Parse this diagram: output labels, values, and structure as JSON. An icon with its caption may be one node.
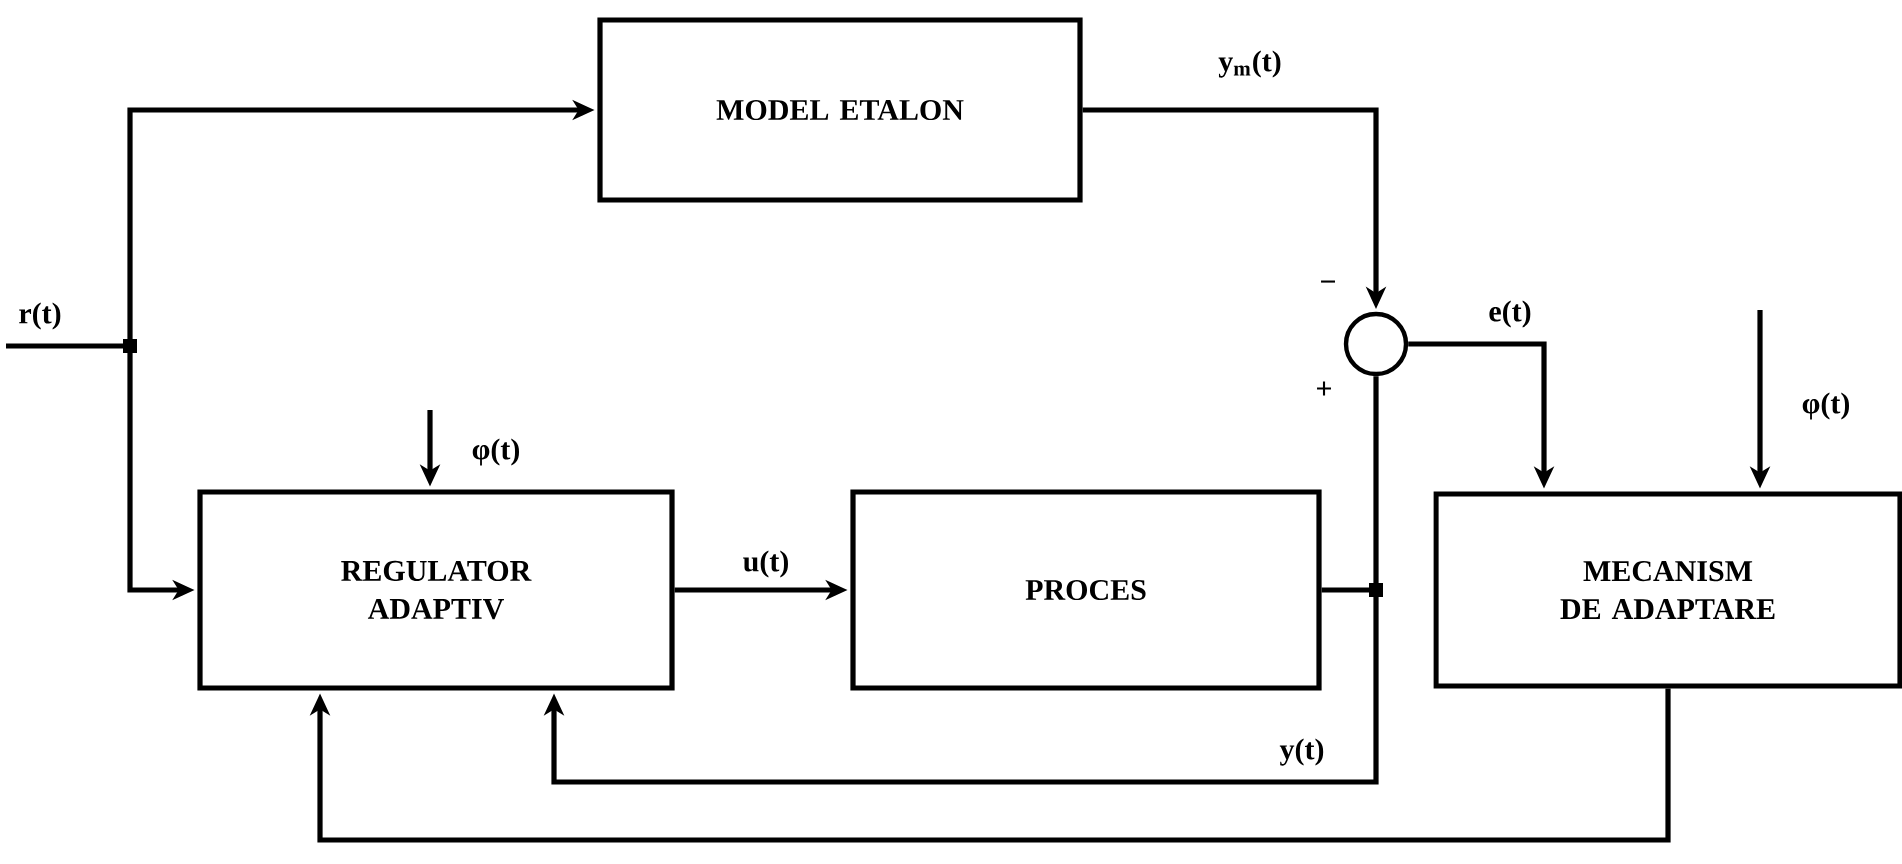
{
  "diagram": {
    "nodes": [
      {
        "text": [
          "MODEL ETALON"
        ]
      },
      {
        "text": [
          "REGULATOR ADAPTIV"
        ]
      },
      {
        "text": [
          "PROCES"
        ]
      },
      {
        "text": [
          "MECANISM DE ADAPTARE"
        ]
      },
      {
        "text": [],
        "shape": "circle"
      },
      {
        "text": [],
        "shape": "dot"
      },
      {
        "text": [],
        "shape": "dot"
      }
    ],
    "edges": [
      {
        "from": null,
        "to": 5,
        "arrow": "none",
        "label": "r(t)"
      },
      {
        "from": 5,
        "to": 0,
        "arrow": "to"
      },
      {
        "from": 5,
        "to": 1,
        "arrow": "to"
      },
      {
        "from": null,
        "to": 1,
        "arrow": "to",
        "label": "φ(t)"
      },
      {
        "from": 1,
        "to": 2,
        "arrow": "to",
        "label": "u(t)"
      },
      {
        "from": 0,
        "to": 4,
        "arrow": "to",
        "label": "y$_{m}$(t)"
      },
      {
        "from": 2,
        "to": 6,
        "arrow": "none"
      },
      {
        "from": 6,
        "to": 4,
        "arrow": "none"
      },
      {
        "from": 6,
        "to": 1,
        "arrow": "to",
        "label": "y(t)"
      },
      {
        "from": 4,
        "to": 3,
        "arrow": "to",
        "label": "e(t)"
      },
      {
        "from": null,
        "to": 3,
        "arrow": "to",
        "label": "φ(t)"
      },
      {
        "from": 3,
        "to": 1,
        "arrow": "to"
      }
    ],
    "labels": [
      "−",
      "+"
    ]
  }
}
